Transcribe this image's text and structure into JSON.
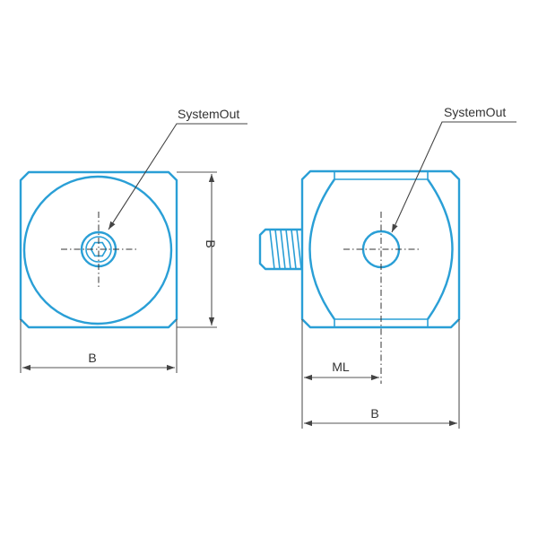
{
  "left_view": {
    "callout": "SystemOut",
    "width_label": "B",
    "height_label": "B"
  },
  "right_view": {
    "callout": "SystemOut",
    "offset_label": "ML",
    "width_label": "B"
  },
  "colors": {
    "part_outline": "#2a9fd6",
    "dimension_line": "#555555",
    "text": "#333333"
  }
}
